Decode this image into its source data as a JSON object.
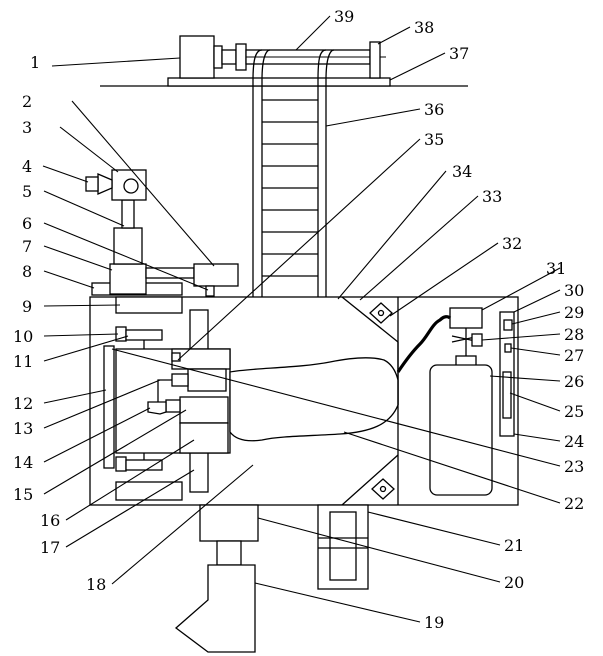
{
  "labels": [
    {
      "id": "1",
      "text": "1"
    },
    {
      "id": "2",
      "text": "2"
    },
    {
      "id": "3",
      "text": "3"
    },
    {
      "id": "4",
      "text": "4"
    },
    {
      "id": "5",
      "text": "5"
    },
    {
      "id": "6",
      "text": "6"
    },
    {
      "id": "7",
      "text": "7"
    },
    {
      "id": "8",
      "text": "8"
    },
    {
      "id": "9",
      "text": "9"
    },
    {
      "id": "10",
      "text": "10"
    },
    {
      "id": "11",
      "text": "11"
    },
    {
      "id": "12",
      "text": "12"
    },
    {
      "id": "13",
      "text": "13"
    },
    {
      "id": "14",
      "text": "14"
    },
    {
      "id": "15",
      "text": "15"
    },
    {
      "id": "16",
      "text": "16"
    },
    {
      "id": "17",
      "text": "17"
    },
    {
      "id": "18",
      "text": "18"
    },
    {
      "id": "19",
      "text": "19"
    },
    {
      "id": "20",
      "text": "20"
    },
    {
      "id": "21",
      "text": "21"
    },
    {
      "id": "22",
      "text": "22"
    },
    {
      "id": "23",
      "text": "23"
    },
    {
      "id": "24",
      "text": "24"
    },
    {
      "id": "25",
      "text": "25"
    },
    {
      "id": "26",
      "text": "26"
    },
    {
      "id": "27",
      "text": "27"
    },
    {
      "id": "28",
      "text": "28"
    },
    {
      "id": "29",
      "text": "29"
    },
    {
      "id": "30",
      "text": "30"
    },
    {
      "id": "31",
      "text": "31"
    },
    {
      "id": "32",
      "text": "32"
    },
    {
      "id": "33",
      "text": "33"
    },
    {
      "id": "34",
      "text": "34"
    },
    {
      "id": "35",
      "text": "35"
    },
    {
      "id": "36",
      "text": "36"
    },
    {
      "id": "37",
      "text": "37"
    },
    {
      "id": "38",
      "text": "38"
    },
    {
      "id": "39",
      "text": "39"
    }
  ]
}
